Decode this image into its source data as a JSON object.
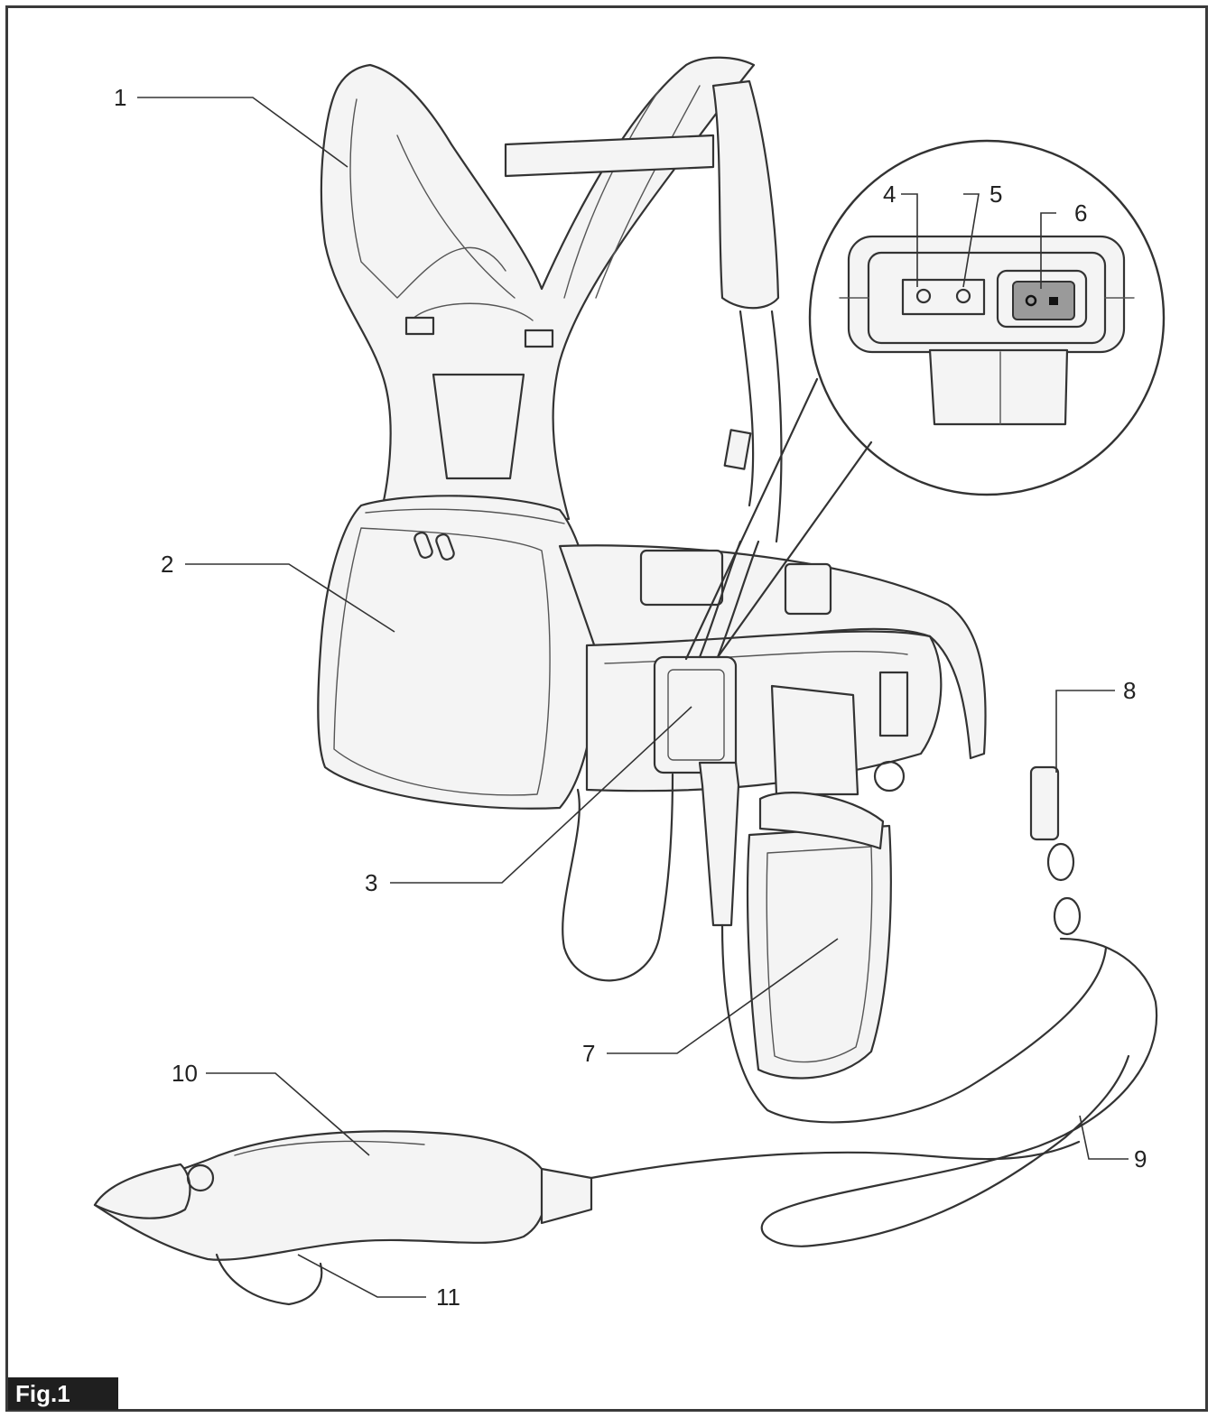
{
  "figure": {
    "label": "Fig.1",
    "callouts": [
      {
        "id": "1",
        "text": "1"
      },
      {
        "id": "2",
        "text": "2"
      },
      {
        "id": "3",
        "text": "3"
      },
      {
        "id": "4",
        "text": "4"
      },
      {
        "id": "5",
        "text": "5"
      },
      {
        "id": "6",
        "text": "6"
      },
      {
        "id": "7",
        "text": "7"
      },
      {
        "id": "8",
        "text": "8"
      },
      {
        "id": "9",
        "text": "9"
      },
      {
        "id": "10",
        "text": "10"
      },
      {
        "id": "11",
        "text": "11"
      }
    ]
  }
}
